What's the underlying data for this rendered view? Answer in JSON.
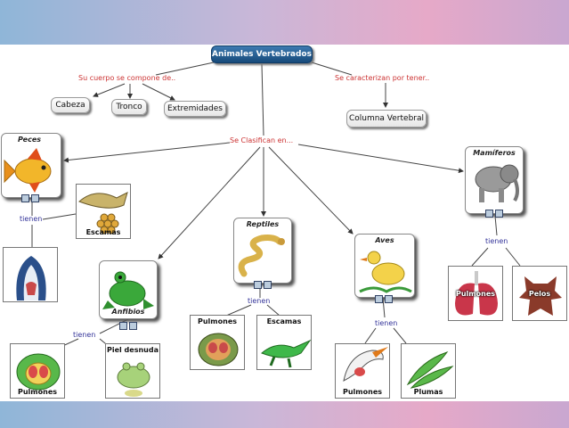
{
  "root": "Animales Vertebrados",
  "links": {
    "compone": "Su cuerpo se compone de..",
    "caracterizan": "Se caracterizan por tener..",
    "clasifican": "Se Clasifican en...",
    "tienen": "tienen"
  },
  "parts": [
    "Cabeza",
    "Tronco",
    "Extremidades"
  ],
  "feature": "Columna Vertebral",
  "classes": {
    "peces": "Peces",
    "anfibios": "Anfibios",
    "reptiles": "Reptiles",
    "aves": "Aves",
    "mamiferos": "Mamíferos"
  },
  "traits": {
    "peces": "Escamas",
    "anfibios_1": "Pulmones",
    "anfibios_2": "Piel desnuda",
    "reptiles_1": "Pulmones",
    "reptiles_2": "Escamas",
    "aves_1": "Pulmones",
    "aves_2": "Plumas",
    "mamiferos_1": "Pulmones",
    "mamiferos_2": "Pelos"
  },
  "colors": {
    "root": "#1f5a8f",
    "link_red": "#cc3333",
    "link_blue": "#333399"
  }
}
